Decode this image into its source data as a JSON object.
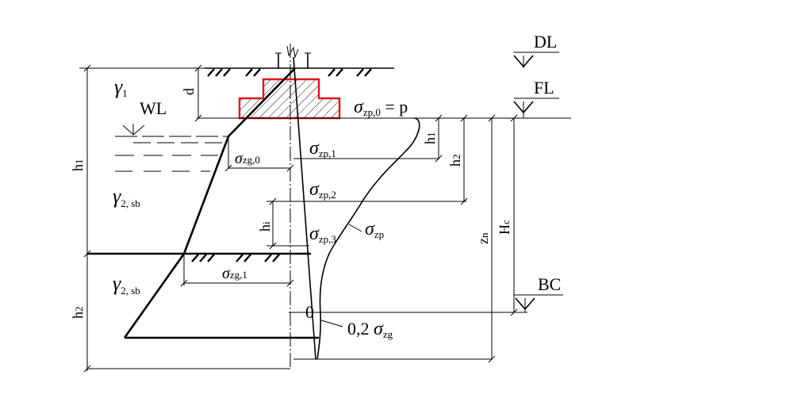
{
  "levels": {
    "dl": "DL",
    "fl": "FL",
    "wl": "WL",
    "bc": "BC"
  },
  "soil_layers": {
    "gamma1": {
      "symbol": "γ",
      "sub": "1"
    },
    "gamma2_upper": {
      "symbol": "γ",
      "sub": "2, sb"
    },
    "gamma2_lower": {
      "symbol": "γ",
      "sub": "2, sb"
    }
  },
  "dimensions": {
    "d": "d",
    "h1_left": {
      "main": "h",
      "sub": "1"
    },
    "h2_left": {
      "main": "h",
      "sub": "2"
    },
    "h1_right": {
      "main": "h",
      "sub": "1"
    },
    "h2_right": {
      "main": "h",
      "sub": "2"
    },
    "hi": {
      "main": "h",
      "sub": "i"
    },
    "zn": {
      "main": "z",
      "sub": "n"
    },
    "hc": {
      "main": "H",
      "sub": "c"
    }
  },
  "stresses": {
    "szp0": {
      "symbol": "σ",
      "sub": "zp,0",
      "suffix": " = p"
    },
    "szp1": {
      "symbol": "σ",
      "sub": "zp,1"
    },
    "szp2": {
      "symbol": "σ",
      "sub": "zp,2"
    },
    "szp3": {
      "symbol": "σ",
      "sub": "zp,3"
    },
    "szp": {
      "symbol": "σ",
      "sub": "zp"
    },
    "szg0": {
      "symbol": "σ",
      "sub": "zg,0"
    },
    "szg1": {
      "symbol": "σ",
      "sub": "zg,1"
    },
    "limit": {
      "prefix": "0,2 ",
      "symbol": "σ",
      "sub": "zg"
    },
    "zero": "0"
  },
  "colors": {
    "foundation_outline": "#e0141b",
    "lines": "#000000"
  }
}
